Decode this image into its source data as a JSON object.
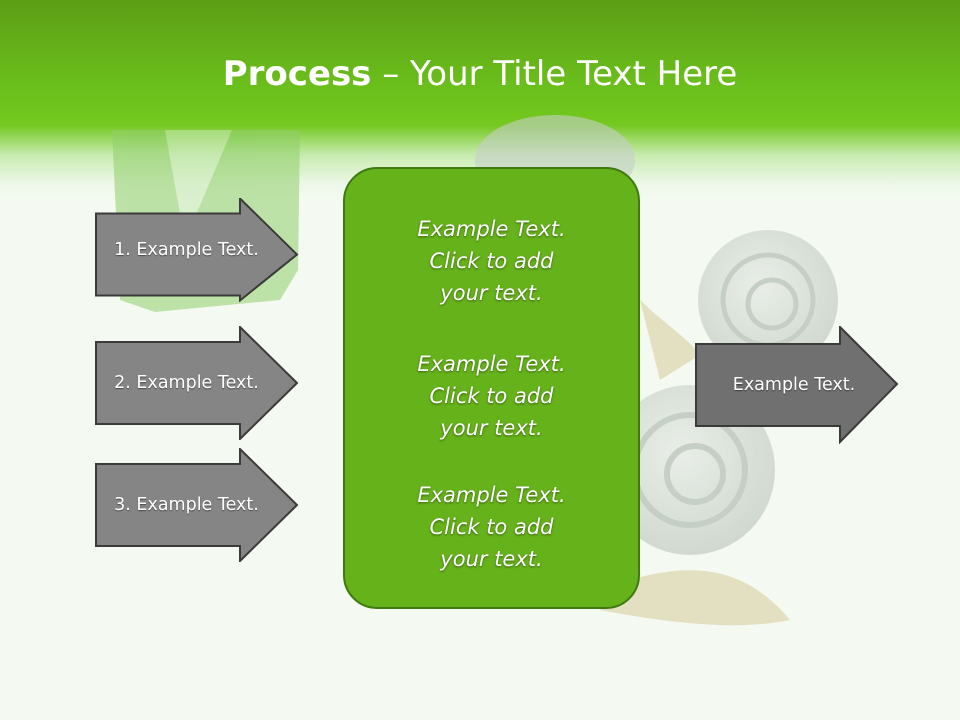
{
  "slide": {
    "title_bold": "Process",
    "title_rest": " – Your Title Text Here"
  },
  "left_arrows": [
    {
      "label": "1. Example Text."
    },
    {
      "label": "2. Example Text."
    },
    {
      "label": "3. Example Text."
    }
  ],
  "center_box": {
    "blocks": [
      {
        "lines": [
          "Example Text.",
          "Click  to add",
          "your text."
        ]
      },
      {
        "lines": [
          "Example Text.",
          "Click  to add",
          "your text."
        ]
      },
      {
        "lines": [
          "Example Text.",
          "Click  to add",
          "your text."
        ]
      }
    ]
  },
  "right_arrow": {
    "label": "Example Text."
  },
  "colors": {
    "header_green": "#6cc21c",
    "box_green": "#66b21b",
    "box_border": "#3e7a10",
    "arrow_gray": "#858585",
    "arrow_border": "#3a3a3a"
  }
}
